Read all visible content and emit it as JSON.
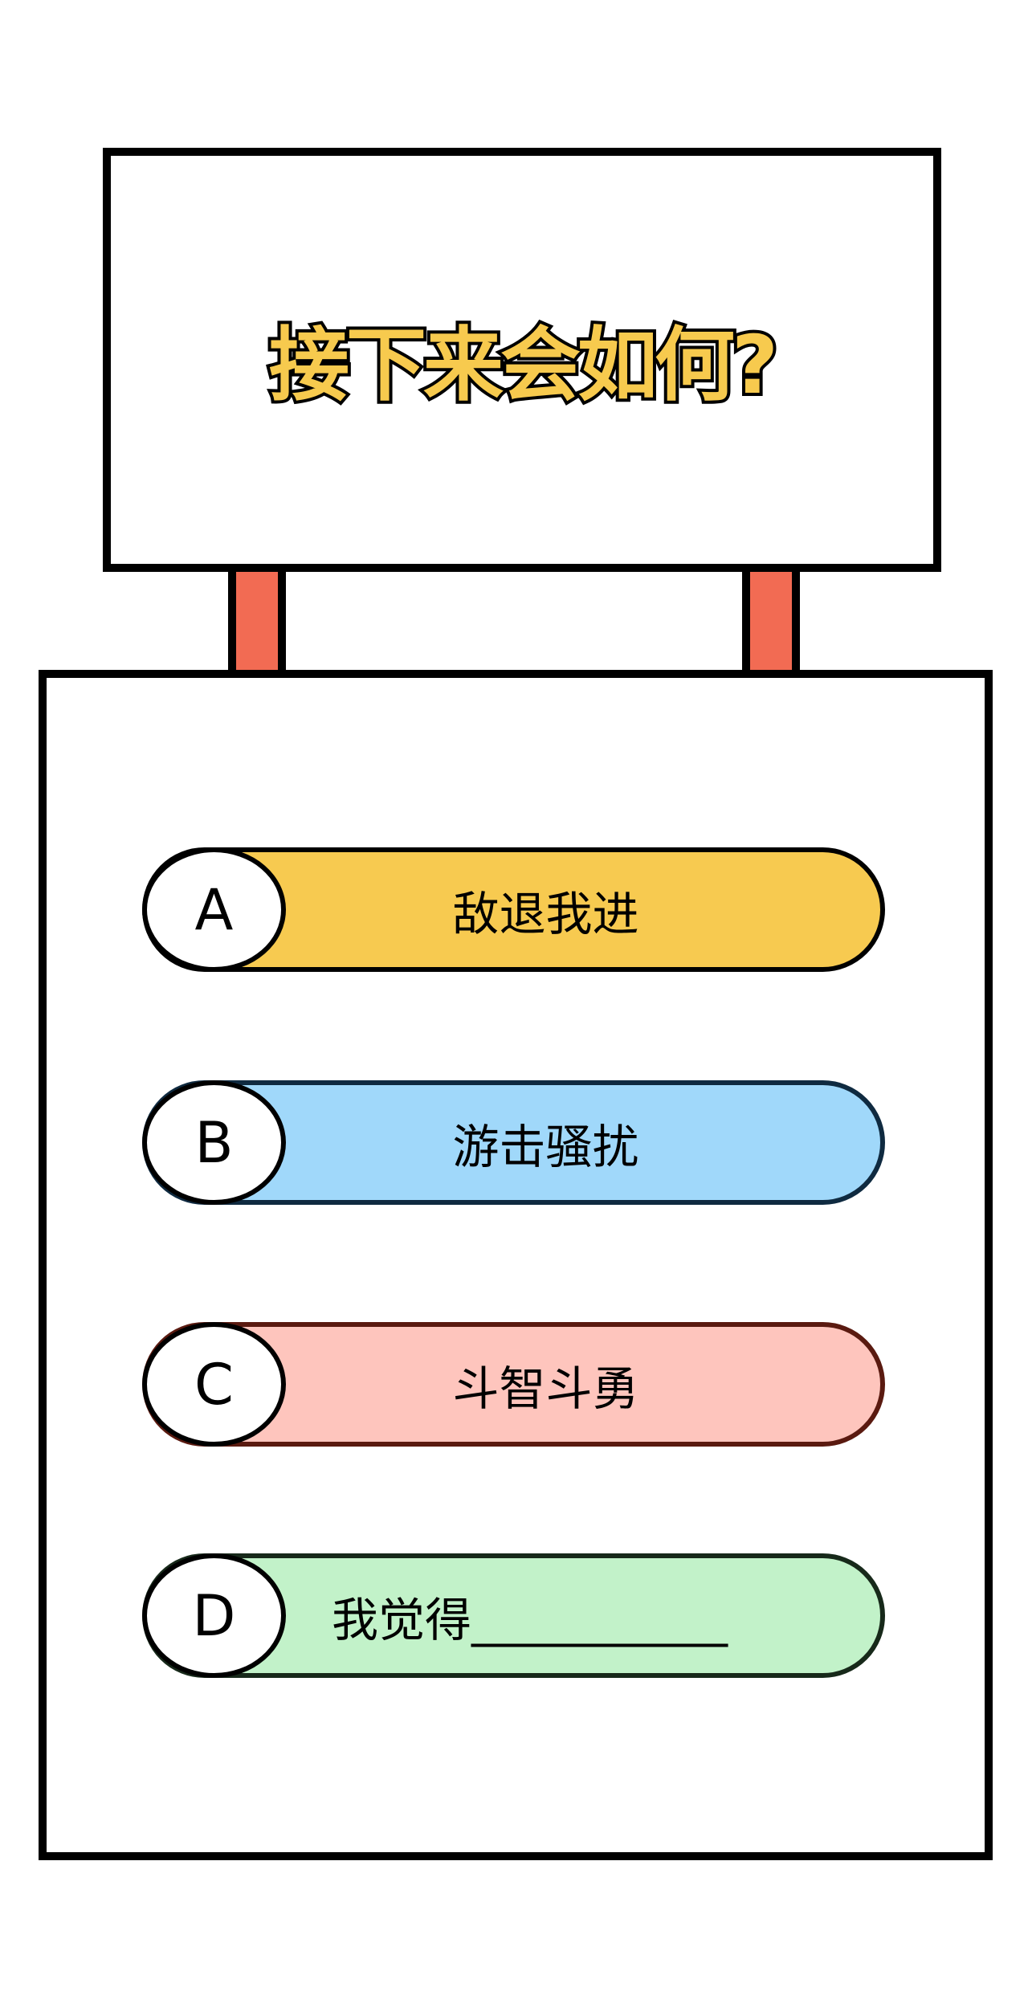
{
  "sign": {
    "title": "接下来会如何?",
    "title_color": "#F7CA4E",
    "post_color": "#F26B53"
  },
  "options": [
    {
      "letter": "A",
      "text": "敌退我进",
      "fill": "#F7CA50",
      "border": "#000000"
    },
    {
      "letter": "B",
      "text": "游击骚扰",
      "fill": "#A0D8FA",
      "border": "#0F2A40"
    },
    {
      "letter": "C",
      "text": "斗智斗勇",
      "fill": "#FEC5BD",
      "border": "#5A1A10"
    },
    {
      "letter": "D",
      "text": "我觉得___________",
      "fill": "#C2F2C9",
      "border": "#17291A"
    }
  ]
}
